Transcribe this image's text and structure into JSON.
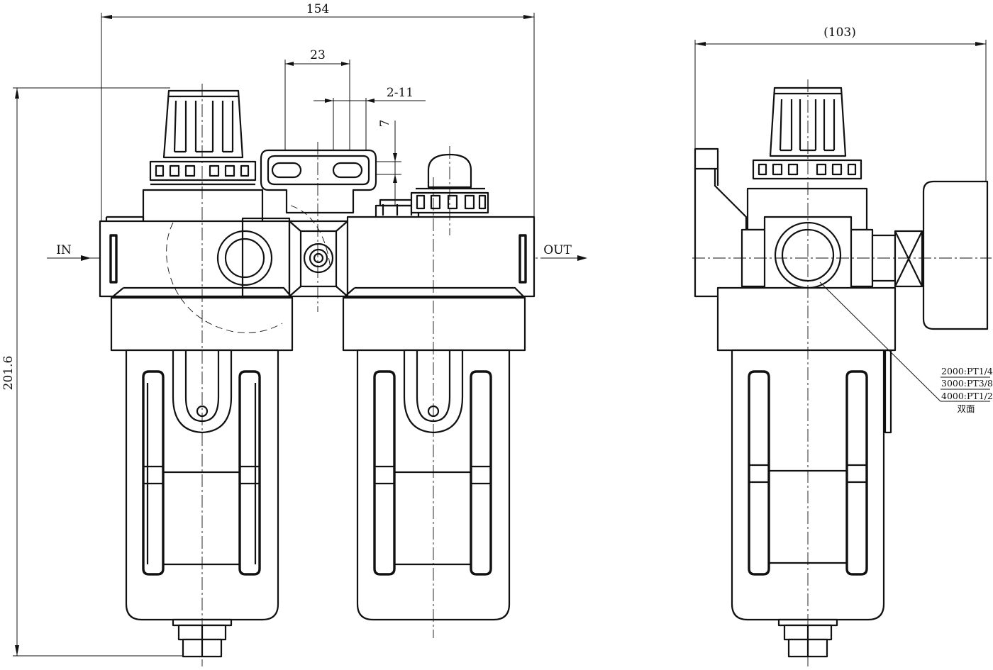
{
  "dimensions": {
    "overall_width": "154",
    "reference_width": "(103)",
    "overall_height": "201.6",
    "bracket_hole_spacing": "23",
    "bracket_slot": "2-11",
    "bracket_offset": "7"
  },
  "flow": {
    "inlet": "IN",
    "outlet": "OUT"
  },
  "port_sizes": {
    "lines": [
      "2000:PT1/4",
      "3000:PT3/8",
      "4000:PT1/2"
    ],
    "note": "双面"
  }
}
